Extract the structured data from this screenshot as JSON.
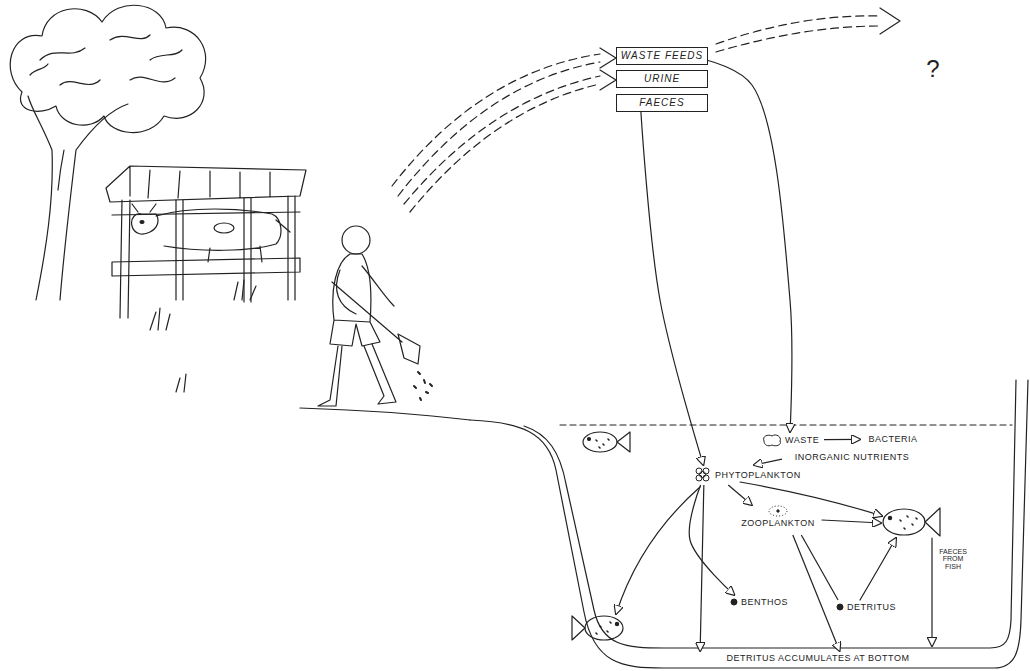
{
  "diagram": {
    "nodes": [
      {
        "text": [
          "WASTE FEEDS"
        ]
      },
      {
        "text": [
          "URINE"
        ]
      },
      {
        "text": [
          "FAECES"
        ]
      },
      {
        "text": [
          "WASTE"
        ]
      },
      {
        "text": [
          "BACTERIA"
        ]
      },
      {
        "text": [
          "INORGANIC NUTRIENTS"
        ]
      },
      {
        "text": [
          "PHYTOPLANKTON"
        ]
      },
      {
        "text": [
          "ZOOPLANKTON"
        ]
      },
      {
        "text": [
          "BENTHOS"
        ]
      },
      {
        "text": [
          "DETRITUS"
        ]
      },
      {
        "text": [
          "DETRITUS ACCUMULATES AT BOTTOM"
        ]
      }
    ],
    "edges": [
      {
        "from": 0,
        "to": 3,
        "arrow": "to"
      },
      {
        "from": 2,
        "to": 6,
        "arrow": "to"
      },
      {
        "from": 3,
        "to": 4,
        "arrow": "to"
      },
      {
        "from": 5,
        "to": 6,
        "arrow": "to"
      },
      {
        "from": 6,
        "to": 7,
        "arrow": "to"
      },
      {
        "from": 6,
        "to": 10,
        "arrow": "to"
      },
      {
        "from": 6,
        "to": 8,
        "arrow": "to"
      },
      {
        "from": 7,
        "to": 10,
        "arrow": "to"
      },
      {
        "from": 9,
        "to": 7,
        "arrow": "none"
      }
    ],
    "labels": [
      "?",
      "FAECES FROM FISH"
    ]
  }
}
